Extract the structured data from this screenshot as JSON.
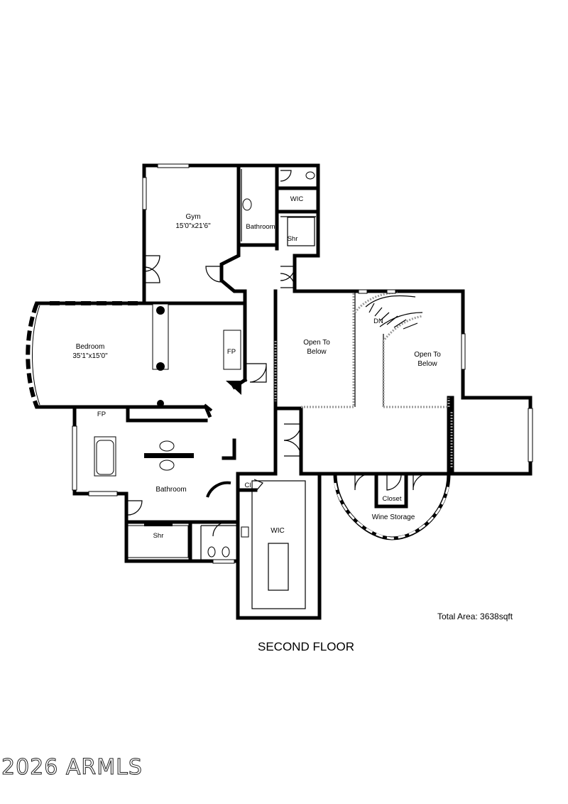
{
  "floor_title": "SECOND FLOOR",
  "total_area": "Total Area: 3638sqft",
  "watermark": "2026 ARMLS",
  "rooms": {
    "gym": {
      "name": "Gym",
      "dims": "15'0\"x21'6\""
    },
    "bathroom_upper": {
      "name": "Bathroom"
    },
    "wic_upper": {
      "name": "WIC"
    },
    "shr_upper": {
      "name": "Shr"
    },
    "bedroom": {
      "name": "Bedroom",
      "dims": "35'1\"x15'0\""
    },
    "fp_bedroom": {
      "name": "FP"
    },
    "fp_lower": {
      "name": "FP"
    },
    "open_left": {
      "line1": "Open To",
      "line2": "Below"
    },
    "open_right": {
      "line1": "Open To",
      "line2": "Below"
    },
    "dn": {
      "name": "DN"
    },
    "bathroom_lower": {
      "name": "Bathroom"
    },
    "cl": {
      "name": "Cl"
    },
    "shr_lower": {
      "name": "Shr"
    },
    "wic_lower": {
      "name": "WIC"
    },
    "closet": {
      "name": "Closet"
    },
    "wine_storage": {
      "name": "Wine Storage"
    }
  }
}
